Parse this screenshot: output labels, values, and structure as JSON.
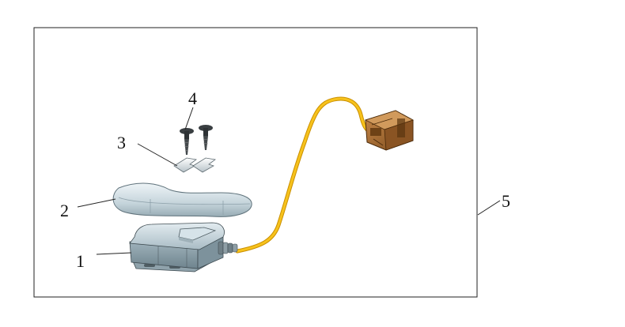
{
  "callouts": [
    {
      "id": "1",
      "label": "1"
    },
    {
      "id": "2",
      "label": "2"
    },
    {
      "id": "3",
      "label": "3"
    },
    {
      "id": "4",
      "label": "4"
    },
    {
      "id": "5",
      "label": "5"
    }
  ],
  "colors": {
    "frame": "#222222",
    "housing": "#b9c8cf",
    "housing_dark": "#8fa2ab",
    "cover": "#cfdce2",
    "wire": "#f2b300",
    "connector": "#a8682e",
    "connector_dark": "#6e4216",
    "clip": "#e6ebee",
    "screw": "#3a3f42"
  },
  "icons": [
    "sensor-housing",
    "cover-pad",
    "clip",
    "screw",
    "wire-harness"
  ]
}
